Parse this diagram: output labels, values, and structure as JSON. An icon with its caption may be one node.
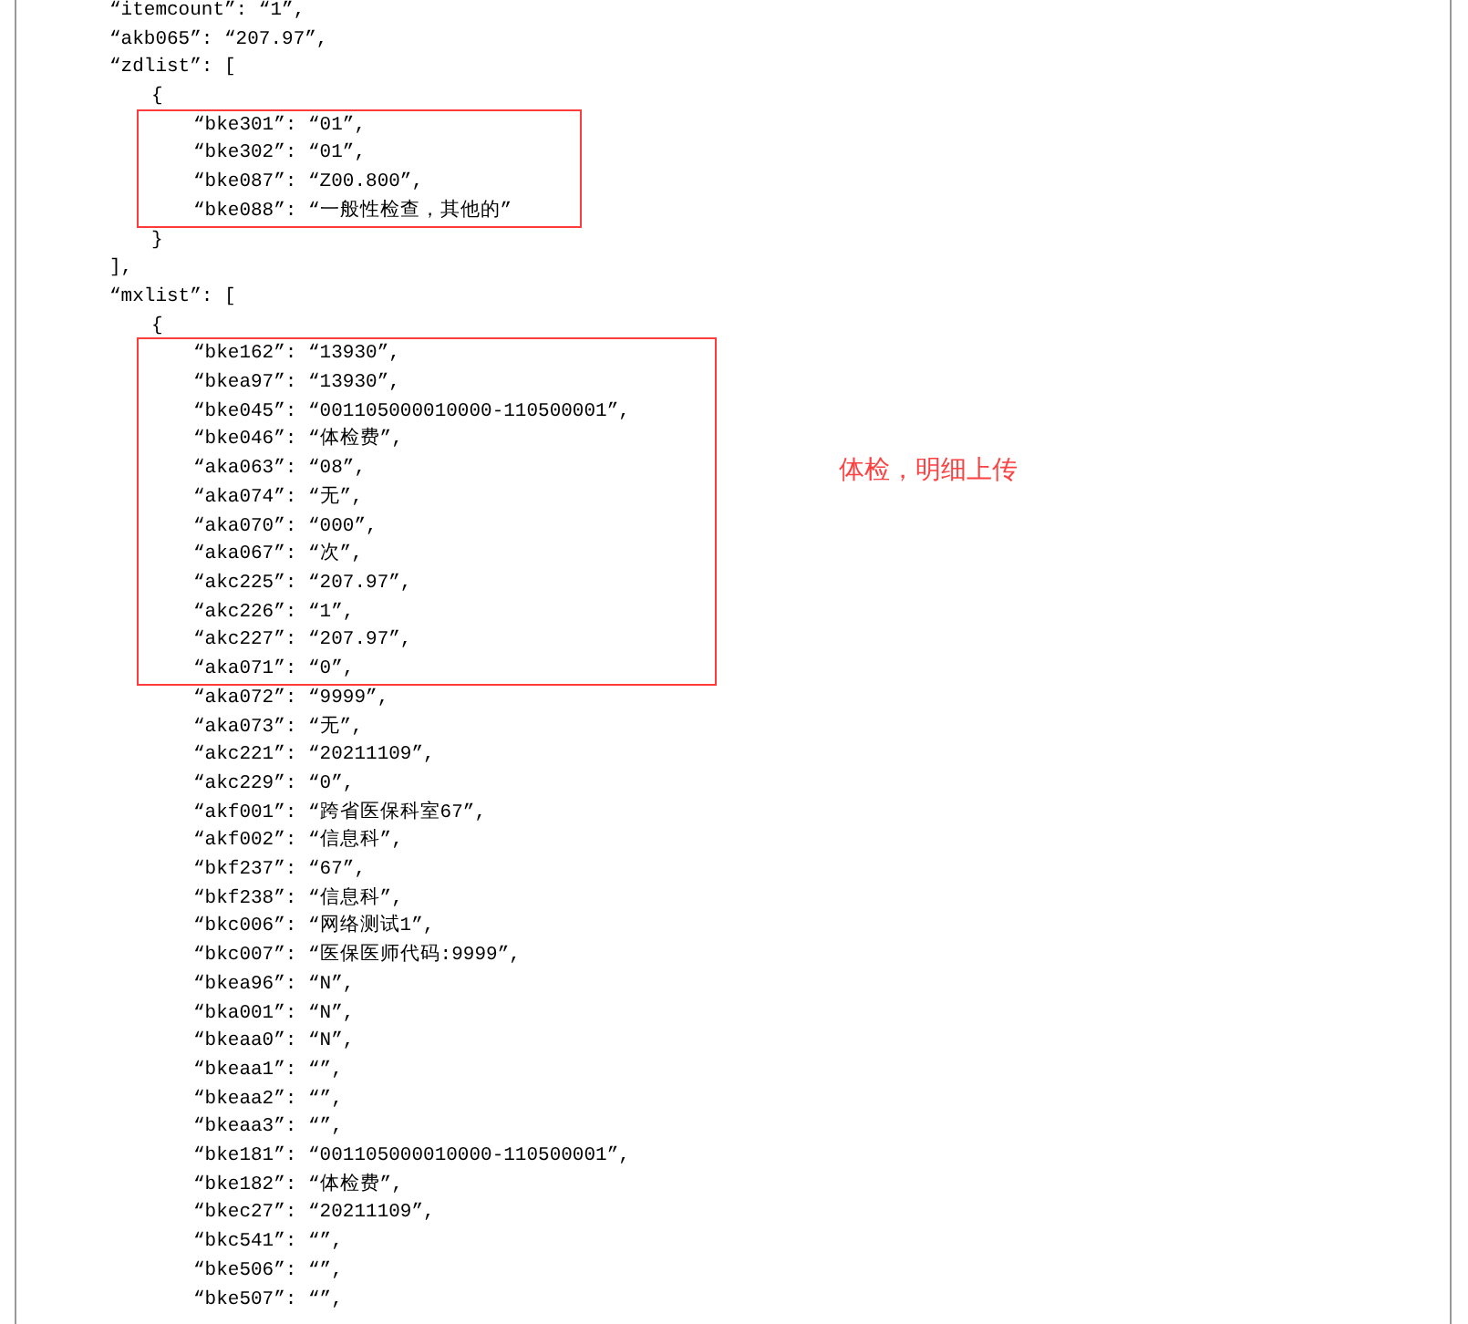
{
  "diagram": {
    "nodes": [
      {
        "text": [
          "“bke301”: “01”,",
          "“bke302”: “01”,",
          "“bke087”: “Z00.800”,",
          "“bke088”: “一般性检查，其他的”"
        ]
      },
      {
        "text": [
          "“bke162”: “13930”,",
          "“bkea97”: “13930”,",
          "“bke045”: “001105000010000-110500001”,",
          "“bke046”: “体检费”,",
          "“aka063”: “08”,",
          "“aka074”: “无”,",
          "“aka070”: “000”,",
          "“aka067”: “次”,",
          "“akc225”: “207.97”,",
          "“akc226”: “1”,",
          "“akc227”: “207.97”,",
          "“aka071”: “0”,"
        ]
      }
    ],
    "labels": [
      "“itemcount”: “1”,",
      "“akb065”: “207.97”,",
      "“zdlist”: [",
      "{",
      "}",
      "],",
      "“mxlist”: [",
      "{",
      "“aka072”: “9999”,",
      "“aka073”: “无”,",
      "“akc221”: “20211109”,",
      "“akc229”: “0”,",
      "“akf001”: “跨省医保科室67”,",
      "“akf002”: “信息科”,",
      "“bkf237”: “67”,",
      "“bkf238”: “信息科”,",
      "“bkc006”: “网络测试1”,",
      "“bkc007”: “医保医师代码:9999”,",
      "“bkea96”: “N”,",
      "“bka001”: “N”,",
      "“bkeaa0”: “N”,",
      "“bkeaa1”: “”,",
      "“bkeaa2”: “”,",
      "“bkeaa3”: “”,",
      "“bke181”: “001105000010000-110500001”,",
      "“bke182”: “体检费”,",
      "“bkec27”: “20211109”,",
      "“bkc541”: “”,",
      "“bke506”: “”,",
      "“bke507”: “”,",
      "体检，明细上传"
    ]
  }
}
